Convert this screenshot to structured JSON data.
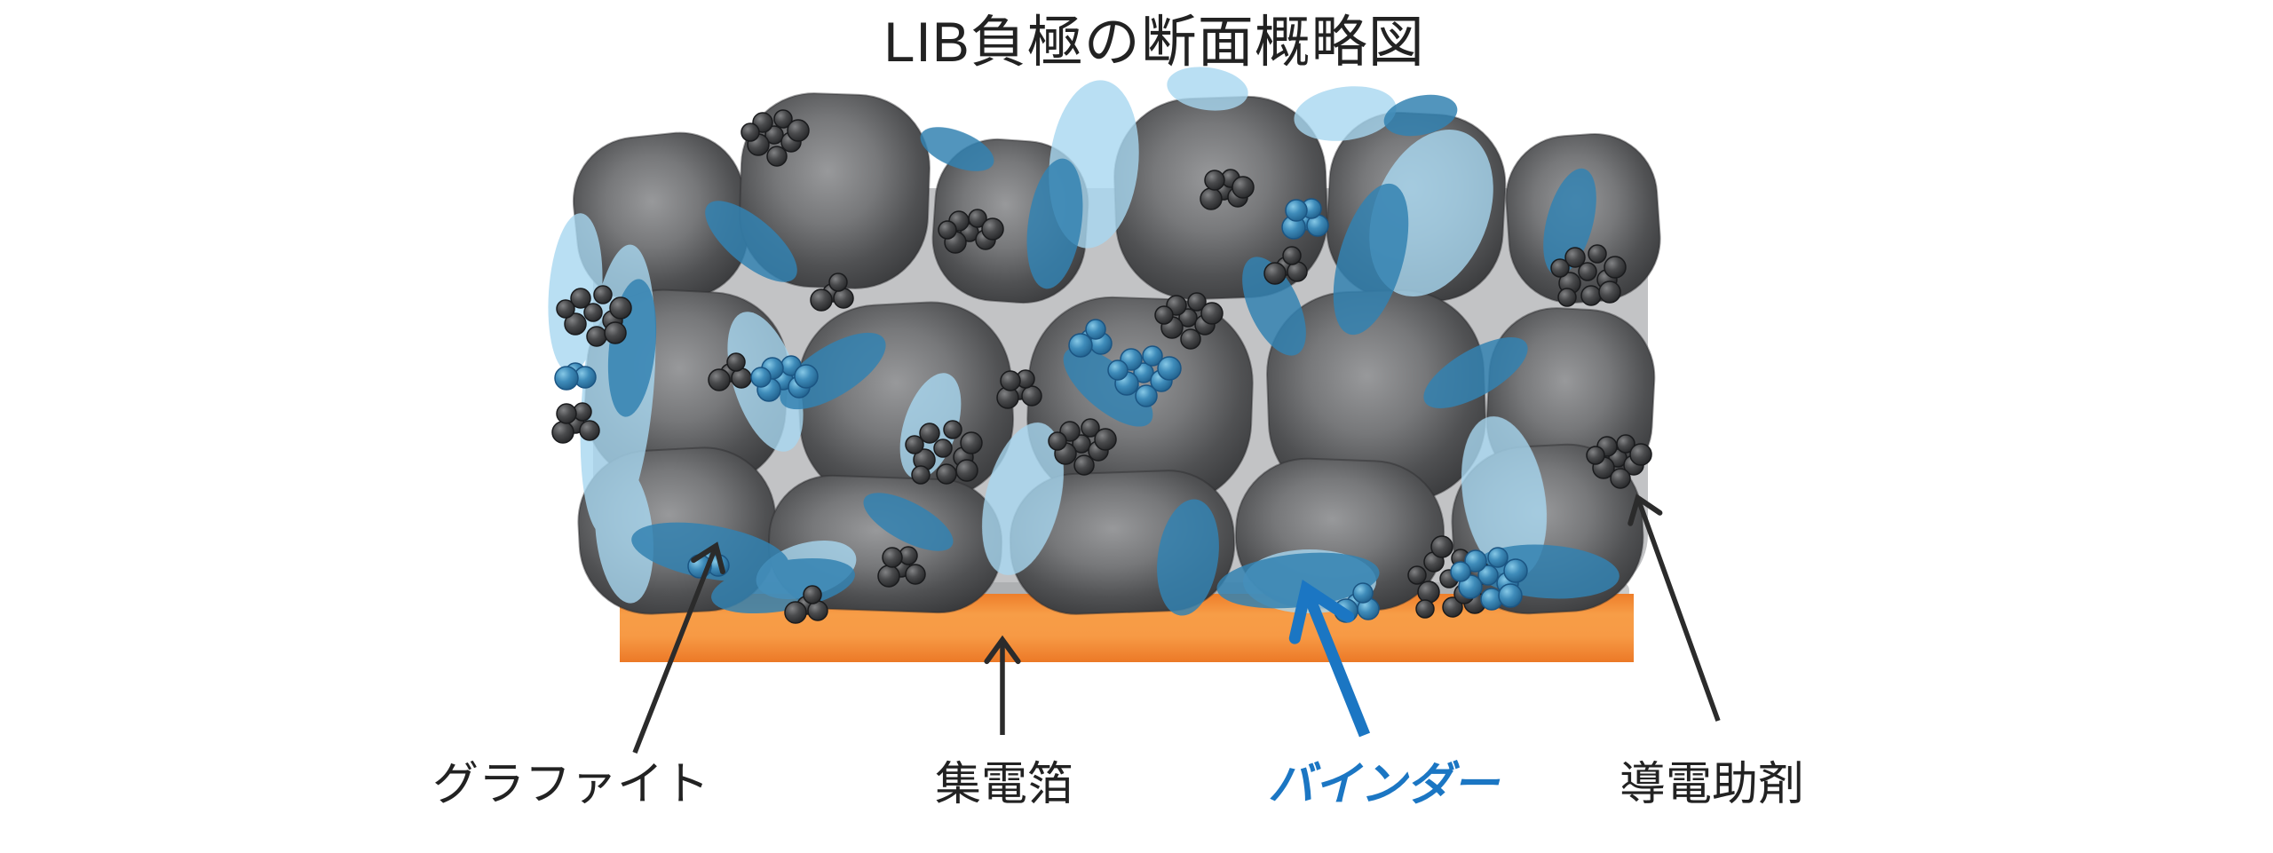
{
  "title": "LIB負極の断面概略図",
  "callouts": [
    {
      "id": "graphite",
      "text": "グラファイト",
      "text_color": "#222222"
    },
    {
      "id": "current-collector-foil",
      "text": "集電箔",
      "text_color": "#222222"
    },
    {
      "id": "binder",
      "text": "バインダー",
      "text_color": "#1b76c3"
    },
    {
      "id": "conductive-additive",
      "text": "導電助剤",
      "text_color": "#222222"
    }
  ],
  "colors": {
    "background": "#ffffff",
    "text": "#222222",
    "binder_accent_blue": "#1b76c3",
    "graphite_particle_center": "#98999b",
    "graphite_particle_edge": "#38393b",
    "particle_gap_gray": "#c2c3c5",
    "binder_light_blue": "#a8d7f0",
    "binder_dark_blue": "#3382b2",
    "conductive_additive_dark": "#2e2f31",
    "conductive_additive_blue": "#3f8cba",
    "collector_orange_light": "#f79d47",
    "collector_orange_dark": "#ee7e2a",
    "arrow_black": "#2b2b2b"
  }
}
